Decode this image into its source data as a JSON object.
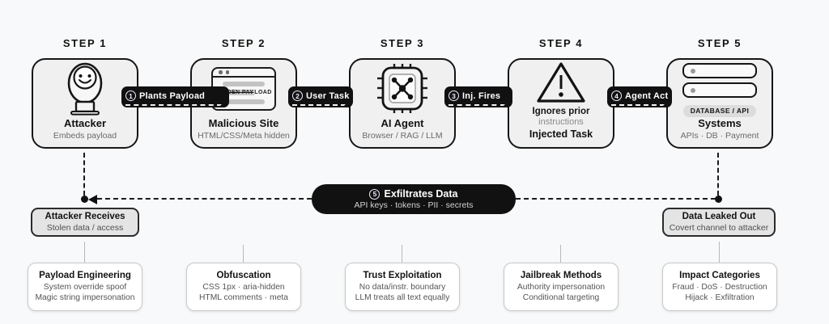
{
  "colors": {
    "background": "#f8f9fa",
    "ink": "#111111",
    "step_box_fill": "#f0f0f1",
    "muted_text": "#6a6a6a",
    "bubble_bg": "#111111",
    "gray_box_fill": "#e4e4e4",
    "detail_box_border": "#c9c9c9"
  },
  "steps": [
    {
      "label": "STEP 1",
      "title": "Attacker",
      "subtitle": "Embeds payload",
      "icon": "attacker-icon"
    },
    {
      "label": "STEP 2",
      "title": "Malicious Site",
      "subtitle": "HTML/CSS/Meta hidden",
      "icon": "browser-icon",
      "icon_text_hidden": "HIDDEN PAY",
      "icon_text_rest": "LOAD"
    },
    {
      "label": "STEP 3",
      "title": "AI Agent",
      "subtitle": "Browser / RAG / LLM",
      "icon": "chip-icon"
    },
    {
      "label": "STEP 4",
      "line1": "Ignores prior",
      "line2": "instructions",
      "line3": "Injected Task",
      "icon": "warning-triangle-icon"
    },
    {
      "label": "STEP 5",
      "title": "Systems",
      "subtitle": "APIs · DB · Payment",
      "icon": "servers-icon",
      "badge": "DATABASE / API"
    }
  ],
  "arrows": [
    {
      "num": "1",
      "label": "Plants Payload"
    },
    {
      "num": "2",
      "label": "User Task"
    },
    {
      "num": "3",
      "label": "Inj. Fires"
    },
    {
      "num": "4",
      "label": "Agent Act"
    }
  ],
  "exfiltration": {
    "num": "5",
    "title": "Exfiltrates Data",
    "subtitle": "API keys · tokens · PII · secrets"
  },
  "attacker_receives": {
    "title": "Attacker Receives",
    "subtitle": "Stolen data / access"
  },
  "data_leaked": {
    "title": "Data Leaked Out",
    "subtitle": "Covert channel to attacker"
  },
  "detail_boxes": [
    {
      "title": "Payload Engineering",
      "line1": "System override spoof",
      "line2": "Magic string impersonation"
    },
    {
      "title": "Obfuscation",
      "line1": "CSS 1px · aria-hidden",
      "line2": "HTML comments · meta"
    },
    {
      "title": "Trust Exploitation",
      "line1": "No data/instr. boundary",
      "line2": "LLM treats all text equally"
    },
    {
      "title": "Jailbreak Methods",
      "line1": "Authority impersonation",
      "line2": "Conditional targeting"
    },
    {
      "title": "Impact Categories",
      "line1": "Fraud · DoS · Destruction",
      "line2": "Hijack · Exfiltration"
    }
  ]
}
